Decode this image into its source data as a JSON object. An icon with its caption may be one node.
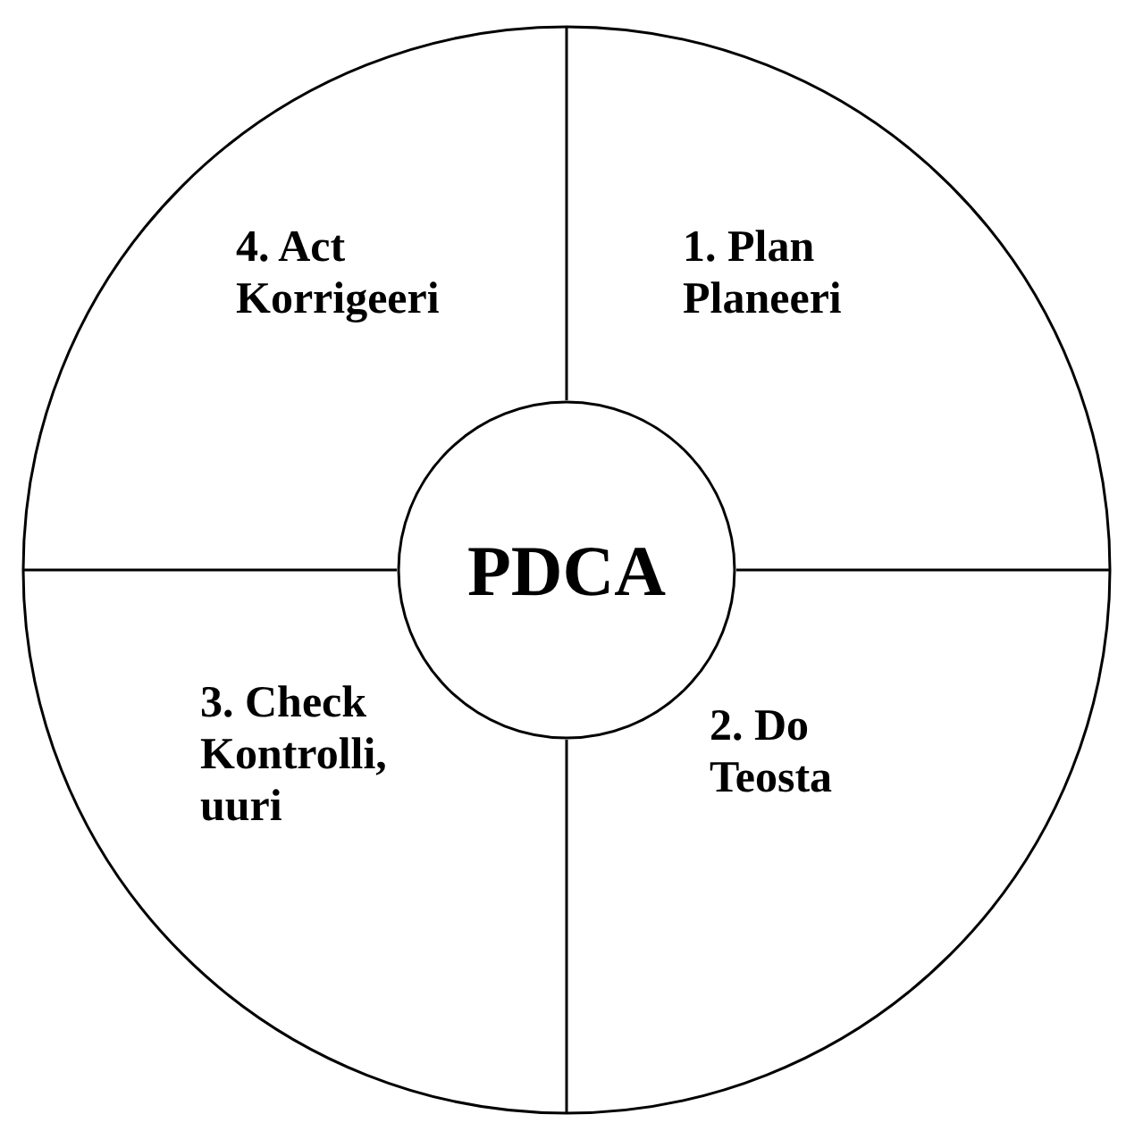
{
  "diagram": {
    "nodes": [
      {
        "text": [],
        "shape": "circle"
      },
      {
        "text": [
          "4. Act",
          "Korrigeeri"
        ],
        "in": 0
      },
      {
        "text": [
          "1. Plan",
          "Planeeri"
        ],
        "in": 0
      },
      {
        "text": [
          "PDCA"
        ],
        "in": 0
      },
      {
        "text": [
          "3. Check",
          "Kontrolli, uuri"
        ],
        "in": 0
      },
      {
        "text": [
          "2. Do",
          "Teosta"
        ],
        "in": 0
      }
    ]
  }
}
